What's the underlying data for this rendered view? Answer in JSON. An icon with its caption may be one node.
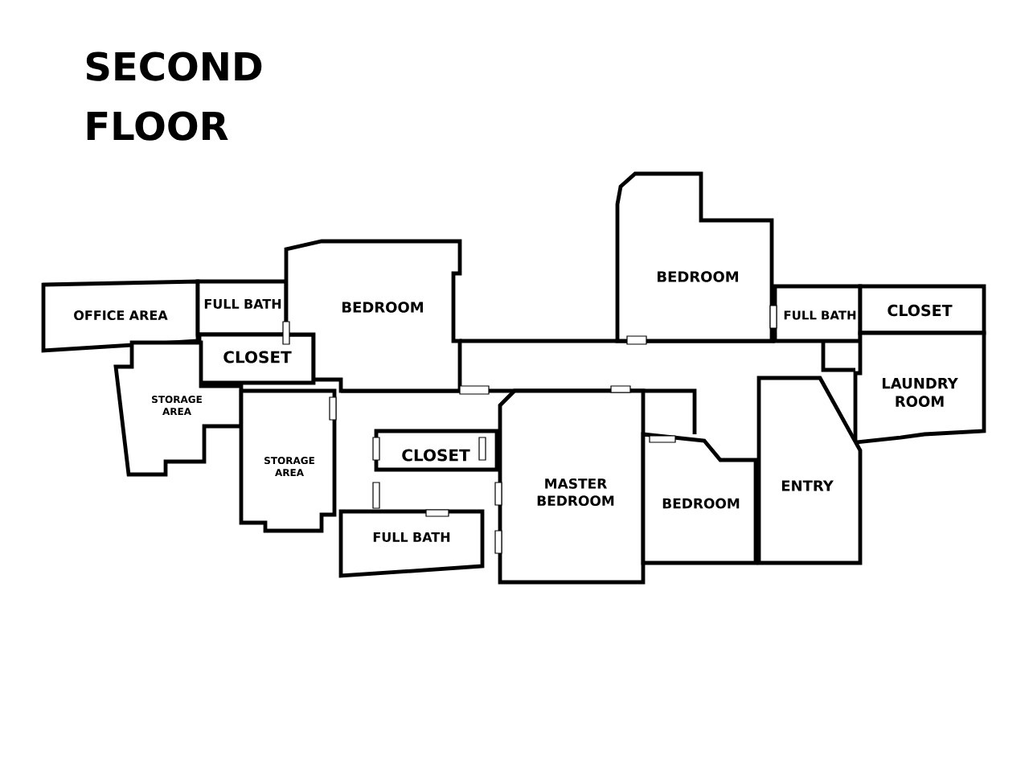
{
  "diagram": {
    "title": "SECOND FLOOR",
    "nodes": [
      {
        "text": [
          "OFFICE AREA"
        ]
      },
      {
        "text": [
          "FULL BATH"
        ]
      },
      {
        "text": [
          "CLOSET"
        ]
      },
      {
        "text": [
          "BEDROOM"
        ]
      },
      {
        "text": [
          "STORAGE AREA"
        ]
      },
      {
        "text": [
          "STORAGE AREA"
        ]
      },
      {
        "text": [
          "CLOSET"
        ]
      },
      {
        "text": [
          "FULL BATH"
        ]
      },
      {
        "text": [
          "MASTER BEDROOM"
        ]
      },
      {
        "text": [
          "BEDROOM"
        ]
      },
      {
        "text": [
          "BEDROOM"
        ]
      },
      {
        "text": [
          "FULL BATH"
        ]
      },
      {
        "text": [
          "CLOSET"
        ]
      },
      {
        "text": [
          "LAUNDRY ROOM"
        ]
      },
      {
        "text": [
          "ENTRY"
        ]
      }
    ]
  }
}
